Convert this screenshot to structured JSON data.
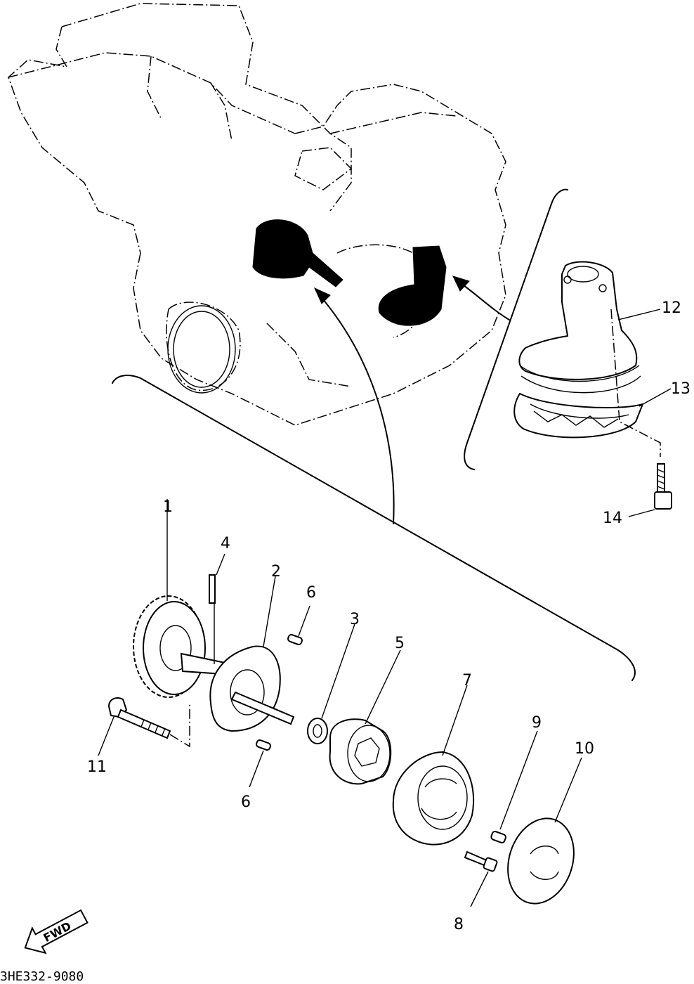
{
  "parts": [
    {
      "number": "1",
      "icon": "driven-gear"
    },
    {
      "number": "2",
      "icon": "pump-housing"
    },
    {
      "number": "3",
      "icon": "washer"
    },
    {
      "number": "4",
      "icon": "pin"
    },
    {
      "number": "5",
      "icon": "rotor"
    },
    {
      "number": "6",
      "icon": "dowel-pin"
    },
    {
      "number": "6",
      "icon": "dowel-pin"
    },
    {
      "number": "7",
      "icon": "pump-cover"
    },
    {
      "number": "8",
      "icon": "screw"
    },
    {
      "number": "9",
      "icon": "dowel-pin"
    },
    {
      "number": "10",
      "icon": "plate"
    },
    {
      "number": "11",
      "icon": "bolt"
    },
    {
      "number": "12",
      "icon": "strainer-housing"
    },
    {
      "number": "13",
      "icon": "o-ring"
    },
    {
      "number": "14",
      "icon": "screw"
    }
  ],
  "direction_label": "FWD",
  "diagram_code": "3HE332-9080"
}
